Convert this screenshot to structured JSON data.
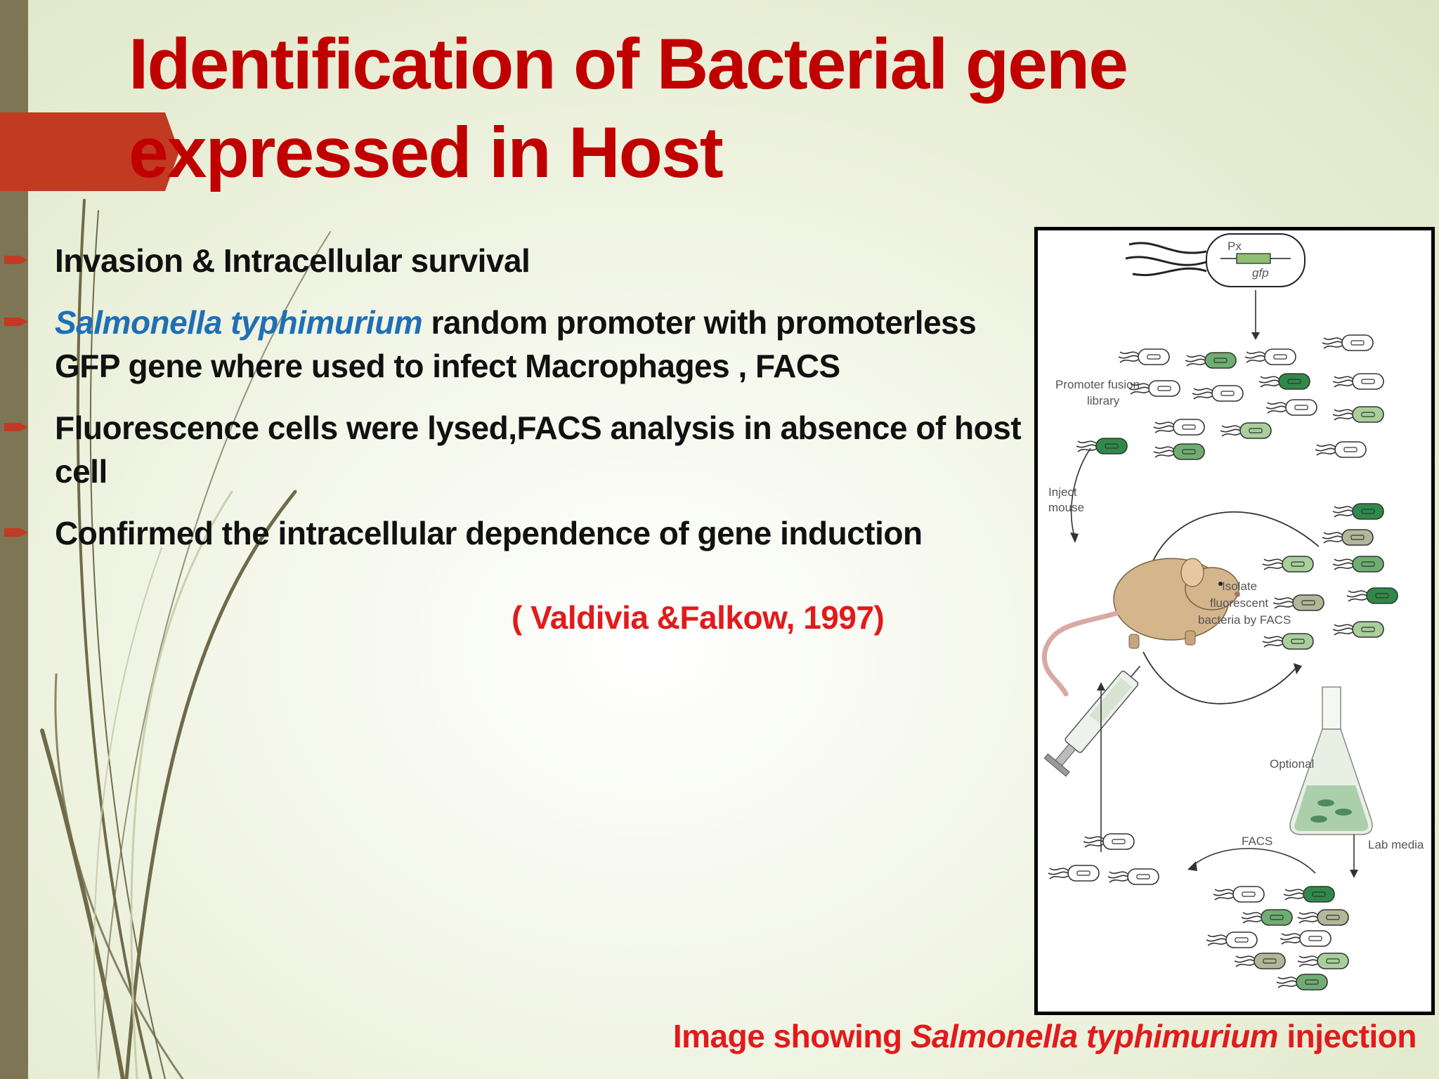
{
  "slide": {
    "title": "Identification of Bacterial gene expressed in Host",
    "bullets": [
      {
        "text": "Invasion & Intracellular survival"
      },
      {
        "italic": "Salmonella typhimurium",
        "text": " random promoter  with promoterless GFP gene where used to infect Macrophages , FACS"
      },
      {
        "text": "Fluorescence cells were lysed,FACS analysis in absence of host cell"
      },
      {
        "text": "Confirmed the intracellular dependence of gene induction"
      }
    ],
    "citation": "( Valdivia &Falkow, 1997)",
    "caption": {
      "prefix": "Image showing ",
      "italic": "Salmonella typhimurium",
      "suffix": " injection"
    }
  },
  "figure": {
    "labels": {
      "px": "Px",
      "gfp": "gfp",
      "promoter_fusion_1": "Promoter fusion",
      "promoter_fusion_2": "library",
      "inject_1": "Inject",
      "inject_2": "mouse",
      "isolate_1": "Isolate",
      "isolate_2": "fluorescent",
      "isolate_3": "bacteria by FACS",
      "optional": "Optional",
      "facs": "FACS",
      "lab_media": "Lab media"
    }
  },
  "colors": {
    "title": "#c00000",
    "citation": "#e11b1b",
    "species": "#1f6fb5",
    "accent_tab": "#c23a22",
    "left_bar": "#7d7554",
    "gfp_dark": "#2f8a4a",
    "gfp_mid": "#6fae72",
    "gfp_light": "#a9cf9c",
    "gfp_grey": "#b3b79a"
  },
  "icons": [
    "arrow-bullet-icon",
    "mouse-icon",
    "syringe-icon",
    "flask-icon",
    "bacterium-icon",
    "plasmid-icon"
  ]
}
